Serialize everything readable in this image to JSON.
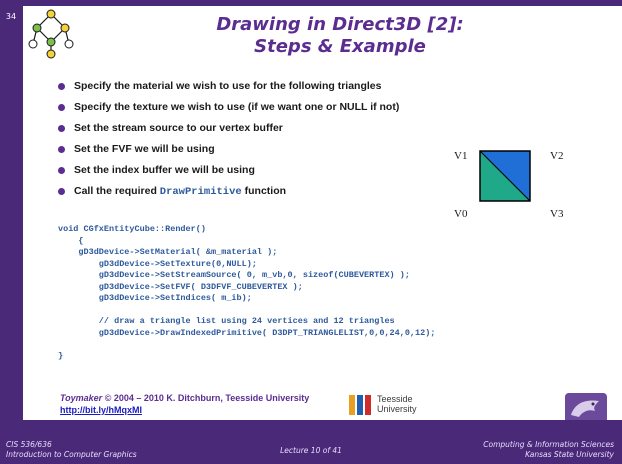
{
  "slide": {
    "number": "34",
    "title_line1": "Drawing in Direct3D [2]:",
    "title_line2": "Steps & Example"
  },
  "bullets": [
    {
      "text": "Specify the material we wish to use for the following triangles"
    },
    {
      "text": "Specify the texture we wish to use (if we want one or  NULL if not)"
    },
    {
      "text": "Set the stream source to our vertex buffer"
    },
    {
      "text": "Set the FVF we will be using"
    },
    {
      "text": "Set the index buffer we will be using"
    },
    {
      "text_before": "Call the required ",
      "code": "DrawPrimitive",
      "text_after": " function"
    }
  ],
  "diagram": {
    "labels": {
      "v0": "V0",
      "v1": "V1",
      "v2": "V2",
      "v3": "V3"
    },
    "colors": {
      "upper_triangle": "#1f6fd6",
      "lower_triangle": "#1fa989",
      "outline": "#000000"
    }
  },
  "code_lines": [
    "void CGfxEntityCube::Render()",
    "    {",
    "    gD3dDevice->SetMaterial( &m_material );",
    "        gD3dDevice->SetTexture(0,NULL);",
    "        gD3dDevice->SetStreamSource( 0, m_vb,0, sizeof(CUBEVERTEX) );",
    "        gD3dDevice->SetFVF( D3DFVF_CUBEVERTEX );",
    "        gD3dDevice->SetIndices( m_ib);",
    "",
    "        // draw a triangle list using 24 vertices and 12 triangles",
    "        gD3dDevice->DrawIndexedPrimitive( D3DPT_TRIANGLELIST,0,0,24,0,12);",
    "",
    "}"
  ],
  "credit": {
    "toymaker": "Toymaker",
    "rest": " © 2004 – 2010 K. Ditchburn, Teesside University",
    "link": "http://bit.ly/hMqxMI"
  },
  "teesside": {
    "line1": "Teesside",
    "line2": "University"
  },
  "footer": {
    "left_line1": "CIS 536/636",
    "left_line2": "Introduction to Computer Graphics",
    "center": "Lecture 10 of 41",
    "right_line1": "Computing & Information Sciences",
    "right_line2": "Kansas State University"
  },
  "theme": {
    "primary": "#4a2a78",
    "title": "#5b2d90",
    "code": "#2e5a9c"
  }
}
